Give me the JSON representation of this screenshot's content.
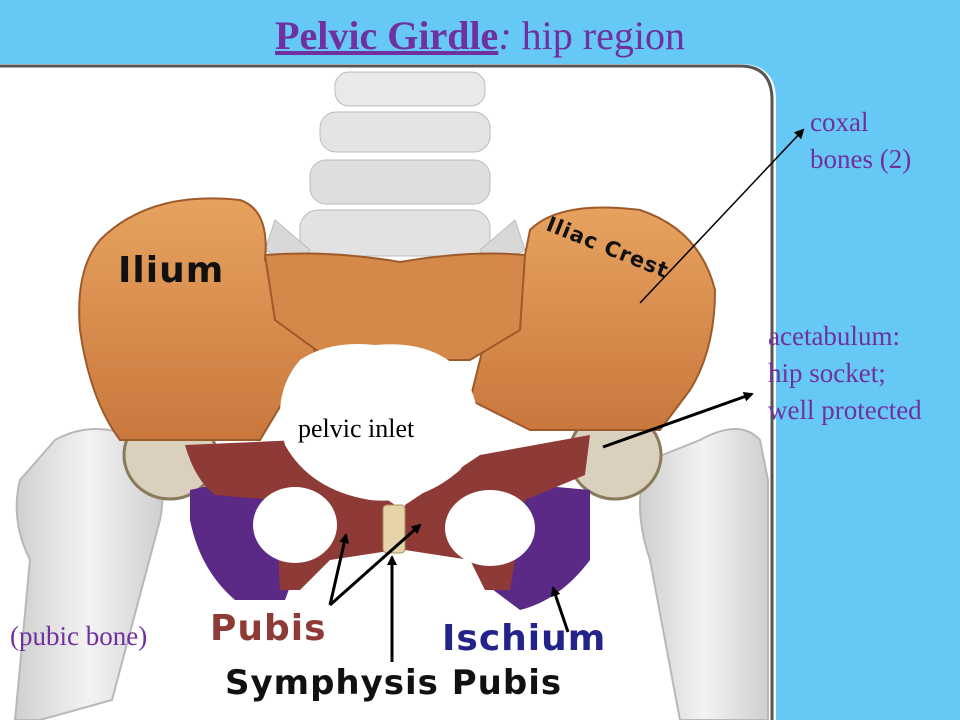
{
  "title": {
    "bold": "Pelvic Girdle",
    "colon": ":",
    "rest": " hip region"
  },
  "side_labels": {
    "coxal": [
      "coxal",
      "bones (2)"
    ],
    "acetabulum": [
      "acetabulum:",
      "hip socket;",
      "well protected"
    ],
    "pubic_bone": "(pubic bone)"
  },
  "image_labels": {
    "ilium": "Ilium",
    "iliac_crest": "Iliac Crest",
    "pubis": "Pubis",
    "ischium": "Ischium",
    "symphysis": "Symphysis Pubis",
    "pelvic_inlet": "pelvic inlet"
  },
  "colors": {
    "background": "#66c8f5",
    "label_purple": "#7030a0",
    "bone_orange": "#d9894b",
    "pubis_red": "#8e3a36",
    "ischium_purple": "#5a2a86",
    "femur": "#e6e6e6"
  }
}
